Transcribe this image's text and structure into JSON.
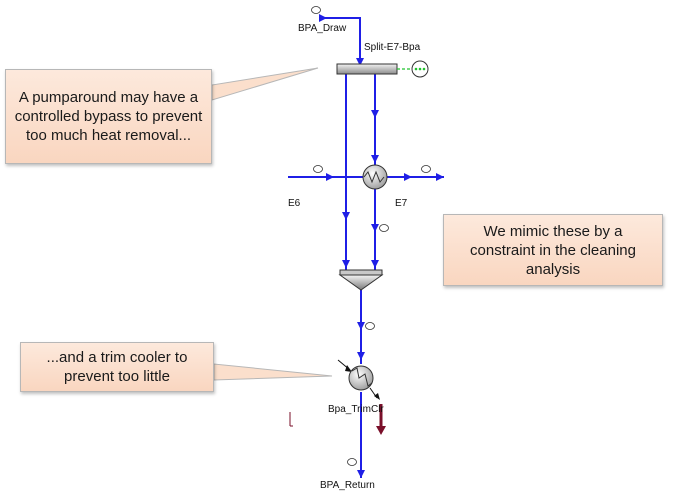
{
  "streams": {
    "top": "BPA_Draw",
    "splitter": "Split-E7-Bpa",
    "left": "E6",
    "right": "E7",
    "trim": "Bpa_TrimClr",
    "bottom": "BPA_Return"
  },
  "callouts": {
    "bypass": "A pumparound may have a controlled bypass to prevent too much heat removal...",
    "mimic": "We mimic these by a constraint in the cleaning analysis",
    "trim": "...and a trim cooler to prevent too little"
  },
  "colors": {
    "stream": "#1f1fe6",
    "utility": "#7a0f2a",
    "signal": "#22c22e",
    "callout_fill": "#fbdfcc"
  }
}
